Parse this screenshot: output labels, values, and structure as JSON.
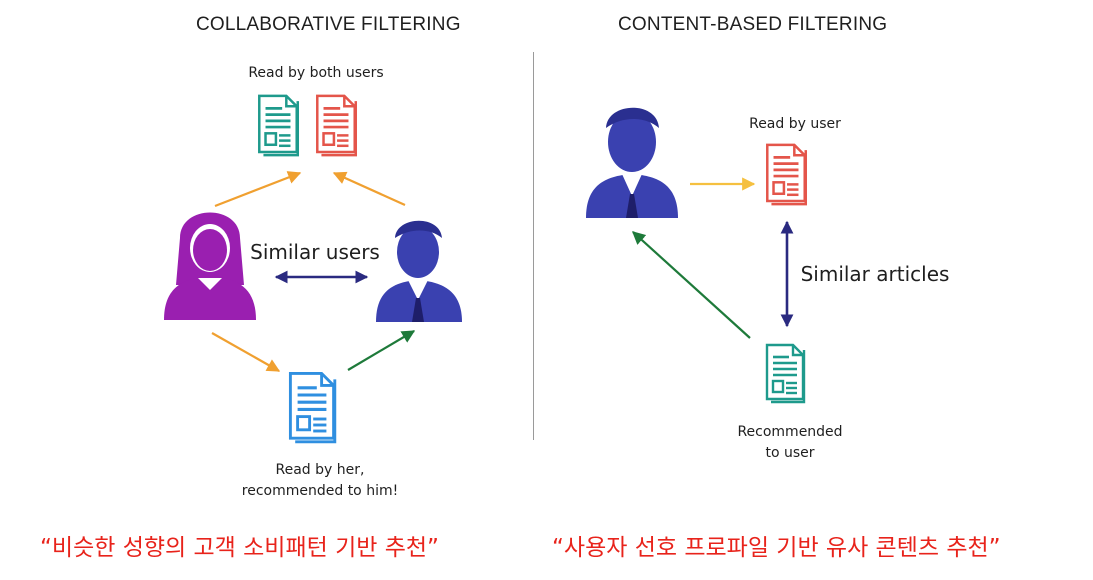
{
  "left": {
    "title": "COLLABORATIVE FILTERING",
    "top_label": "Read by both users",
    "center_label": "Similar users",
    "bottom_label_line1": "Read by her,",
    "bottom_label_line2": "recommended to him!",
    "caption": "“비슷한 성향의 고객 소비패턴 기반 추천”"
  },
  "right": {
    "title": "CONTENT-BASED FILTERING",
    "top_label": "Read by user",
    "center_label": "Similar articles",
    "bottom_label_line1": "Recommended",
    "bottom_label_line2": "to user",
    "caption": "“사용자 선호 프로파일 기반 유사 콘텐츠 추천”"
  },
  "colors": {
    "purple_user": "#9a1fb0",
    "blue_user": "#3a41b0",
    "teal_doc": "#1e9a8c",
    "red_doc": "#e4554a",
    "blue_doc": "#2f8fe0",
    "orange_arrow": "#f0a030",
    "green_arrow": "#1e7a3a",
    "navy_arrow": "#2a2a80",
    "caption_red": "#e8231b"
  },
  "icons": [
    "female-user-icon",
    "male-user-icon",
    "document-icon"
  ]
}
